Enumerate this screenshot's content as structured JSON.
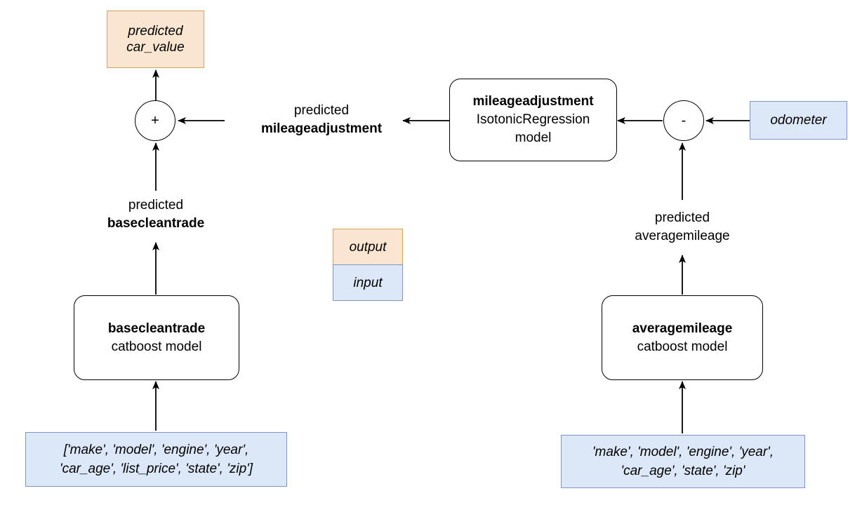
{
  "output_box": {
    "line1": "predicted",
    "line2": "car_value"
  },
  "plus_op": {
    "symbol": "+"
  },
  "predicted_mileageadjustment": {
    "line1": "predicted",
    "line2": "mileageadjustment"
  },
  "mileage_model": {
    "title": "mileageadjustment",
    "line2": "IsotonicRegression",
    "line3": "model"
  },
  "minus_op": {
    "symbol": "-"
  },
  "odometer_input": {
    "text": "odometer"
  },
  "predicted_basecleantrade": {
    "line1": "predicted",
    "line2": "basecleantrade"
  },
  "legend": {
    "output": "output",
    "input": "input"
  },
  "predicted_averagemileage": {
    "line1": "predicted",
    "line2": "averagemileage"
  },
  "basecleantrade_model": {
    "title": "basecleantrade",
    "subtitle": "catboost model"
  },
  "averagemileage_model": {
    "title": "averagemileage",
    "subtitle": "catboost model"
  },
  "left_features": {
    "line1": "['make', 'model', 'engine', 'year',",
    "line2": "'car_age', 'list_price', 'state', 'zip']"
  },
  "right_features": {
    "line1": "'make', 'model', 'engine', 'year',",
    "line2": "'car_age', 'state', 'zip'"
  }
}
